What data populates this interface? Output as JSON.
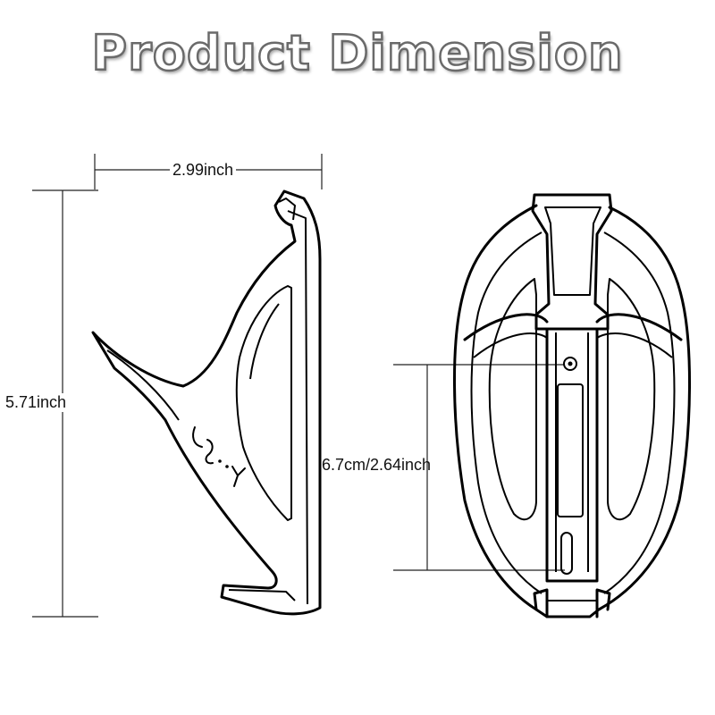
{
  "title": "Product Dimension",
  "dimensions": {
    "width": "2.99inch",
    "height": "5.71inch",
    "mount_hole_spacing": "6.7cm/2.64inch"
  },
  "colors": {
    "line": "#000000",
    "title_fill": "#ffffff",
    "title_outline": "#6a6a6a"
  }
}
